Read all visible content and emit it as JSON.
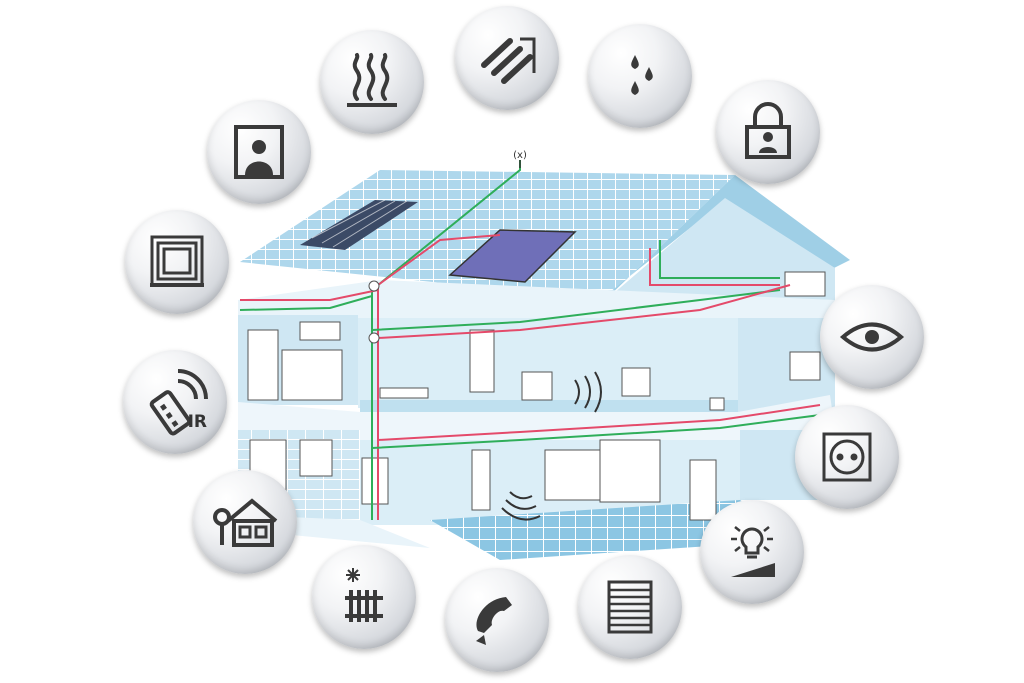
{
  "colors": {
    "roof": "#aed7ec",
    "wall": "#cfe7f3",
    "floor": "#b9ddee",
    "grid_line": "#ffffff",
    "cable_red": "#e44a6a",
    "cable_green": "#2fae5a",
    "solar_panel": "#3b4a66",
    "icon_dark": "#3a3a3a"
  },
  "icons": [
    {
      "id": "heating",
      "icon": "heat-waves-icon"
    },
    {
      "id": "pipes",
      "icon": "pipes-icon"
    },
    {
      "id": "water",
      "icon": "water-drops-icon"
    },
    {
      "id": "security",
      "icon": "padlock-icon"
    },
    {
      "id": "intercom",
      "icon": "door-person-icon"
    },
    {
      "id": "window",
      "icon": "window-frame-icon"
    },
    {
      "id": "ir-remote",
      "icon": "ir-remote-icon",
      "label": "IR"
    },
    {
      "id": "home",
      "icon": "house-tree-icon"
    },
    {
      "id": "climate",
      "icon": "radiator-frost-icon"
    },
    {
      "id": "phone",
      "icon": "phone-icon"
    },
    {
      "id": "blinds",
      "icon": "blinds-icon"
    },
    {
      "id": "lighting",
      "icon": "dimmer-lamp-icon"
    },
    {
      "id": "socket",
      "icon": "power-socket-icon"
    },
    {
      "id": "surveillance",
      "icon": "eye-icon"
    }
  ],
  "antenna": {
    "icon": "antenna-icon",
    "label": "(x)"
  }
}
